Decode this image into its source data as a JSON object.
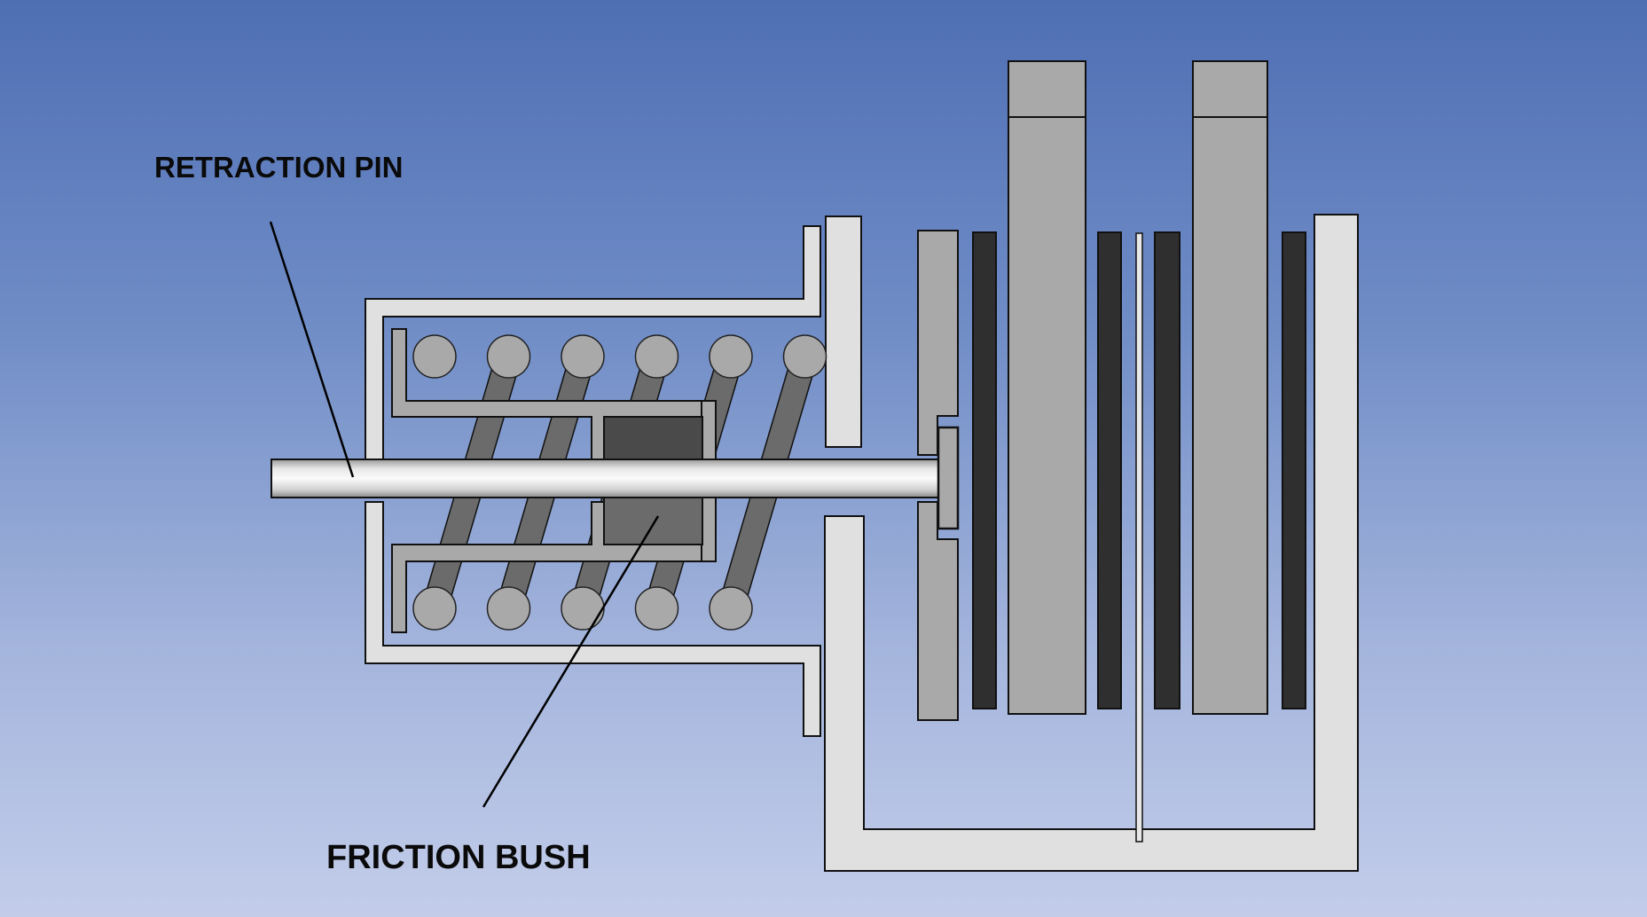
{
  "diagram": {
    "subject": "Brake/clutch retraction assembly cross-section",
    "labels": {
      "retraction_pin": "RETRACTION PIN",
      "friction_bush": "FRICTION BUSH"
    },
    "components": [
      {
        "id": "retraction-pin",
        "name": "Retraction pin"
      },
      {
        "id": "friction-bush",
        "name": "Friction bush"
      },
      {
        "id": "spring",
        "name": "Helical spring",
        "coil_count_top": 6,
        "coil_count_bottom": 5
      },
      {
        "id": "spring-housing",
        "name": "Spring housing"
      },
      {
        "id": "bush-retainer",
        "name": "Bush retainer sleeve"
      },
      {
        "id": "pressure-plate",
        "name": "Pressure plate"
      },
      {
        "id": "friction-discs",
        "name": "Friction discs",
        "count": 4
      },
      {
        "id": "rotor-plates",
        "name": "Rotor plates",
        "count": 2
      },
      {
        "id": "stator-separator",
        "name": "Thin separator plate"
      },
      {
        "id": "cylinder-housing",
        "name": "Outer housing"
      }
    ],
    "colors": {
      "background_top": "#4f6fb4",
      "background_bottom": "#c3cdea",
      "light_part": "#e0e0e0",
      "mid_part": "#a9a9a9",
      "dark_part": "#2f2f2f",
      "bush": "#4a4a4a",
      "spring_wire": "#6b6b6b",
      "outline": "#111111"
    }
  }
}
